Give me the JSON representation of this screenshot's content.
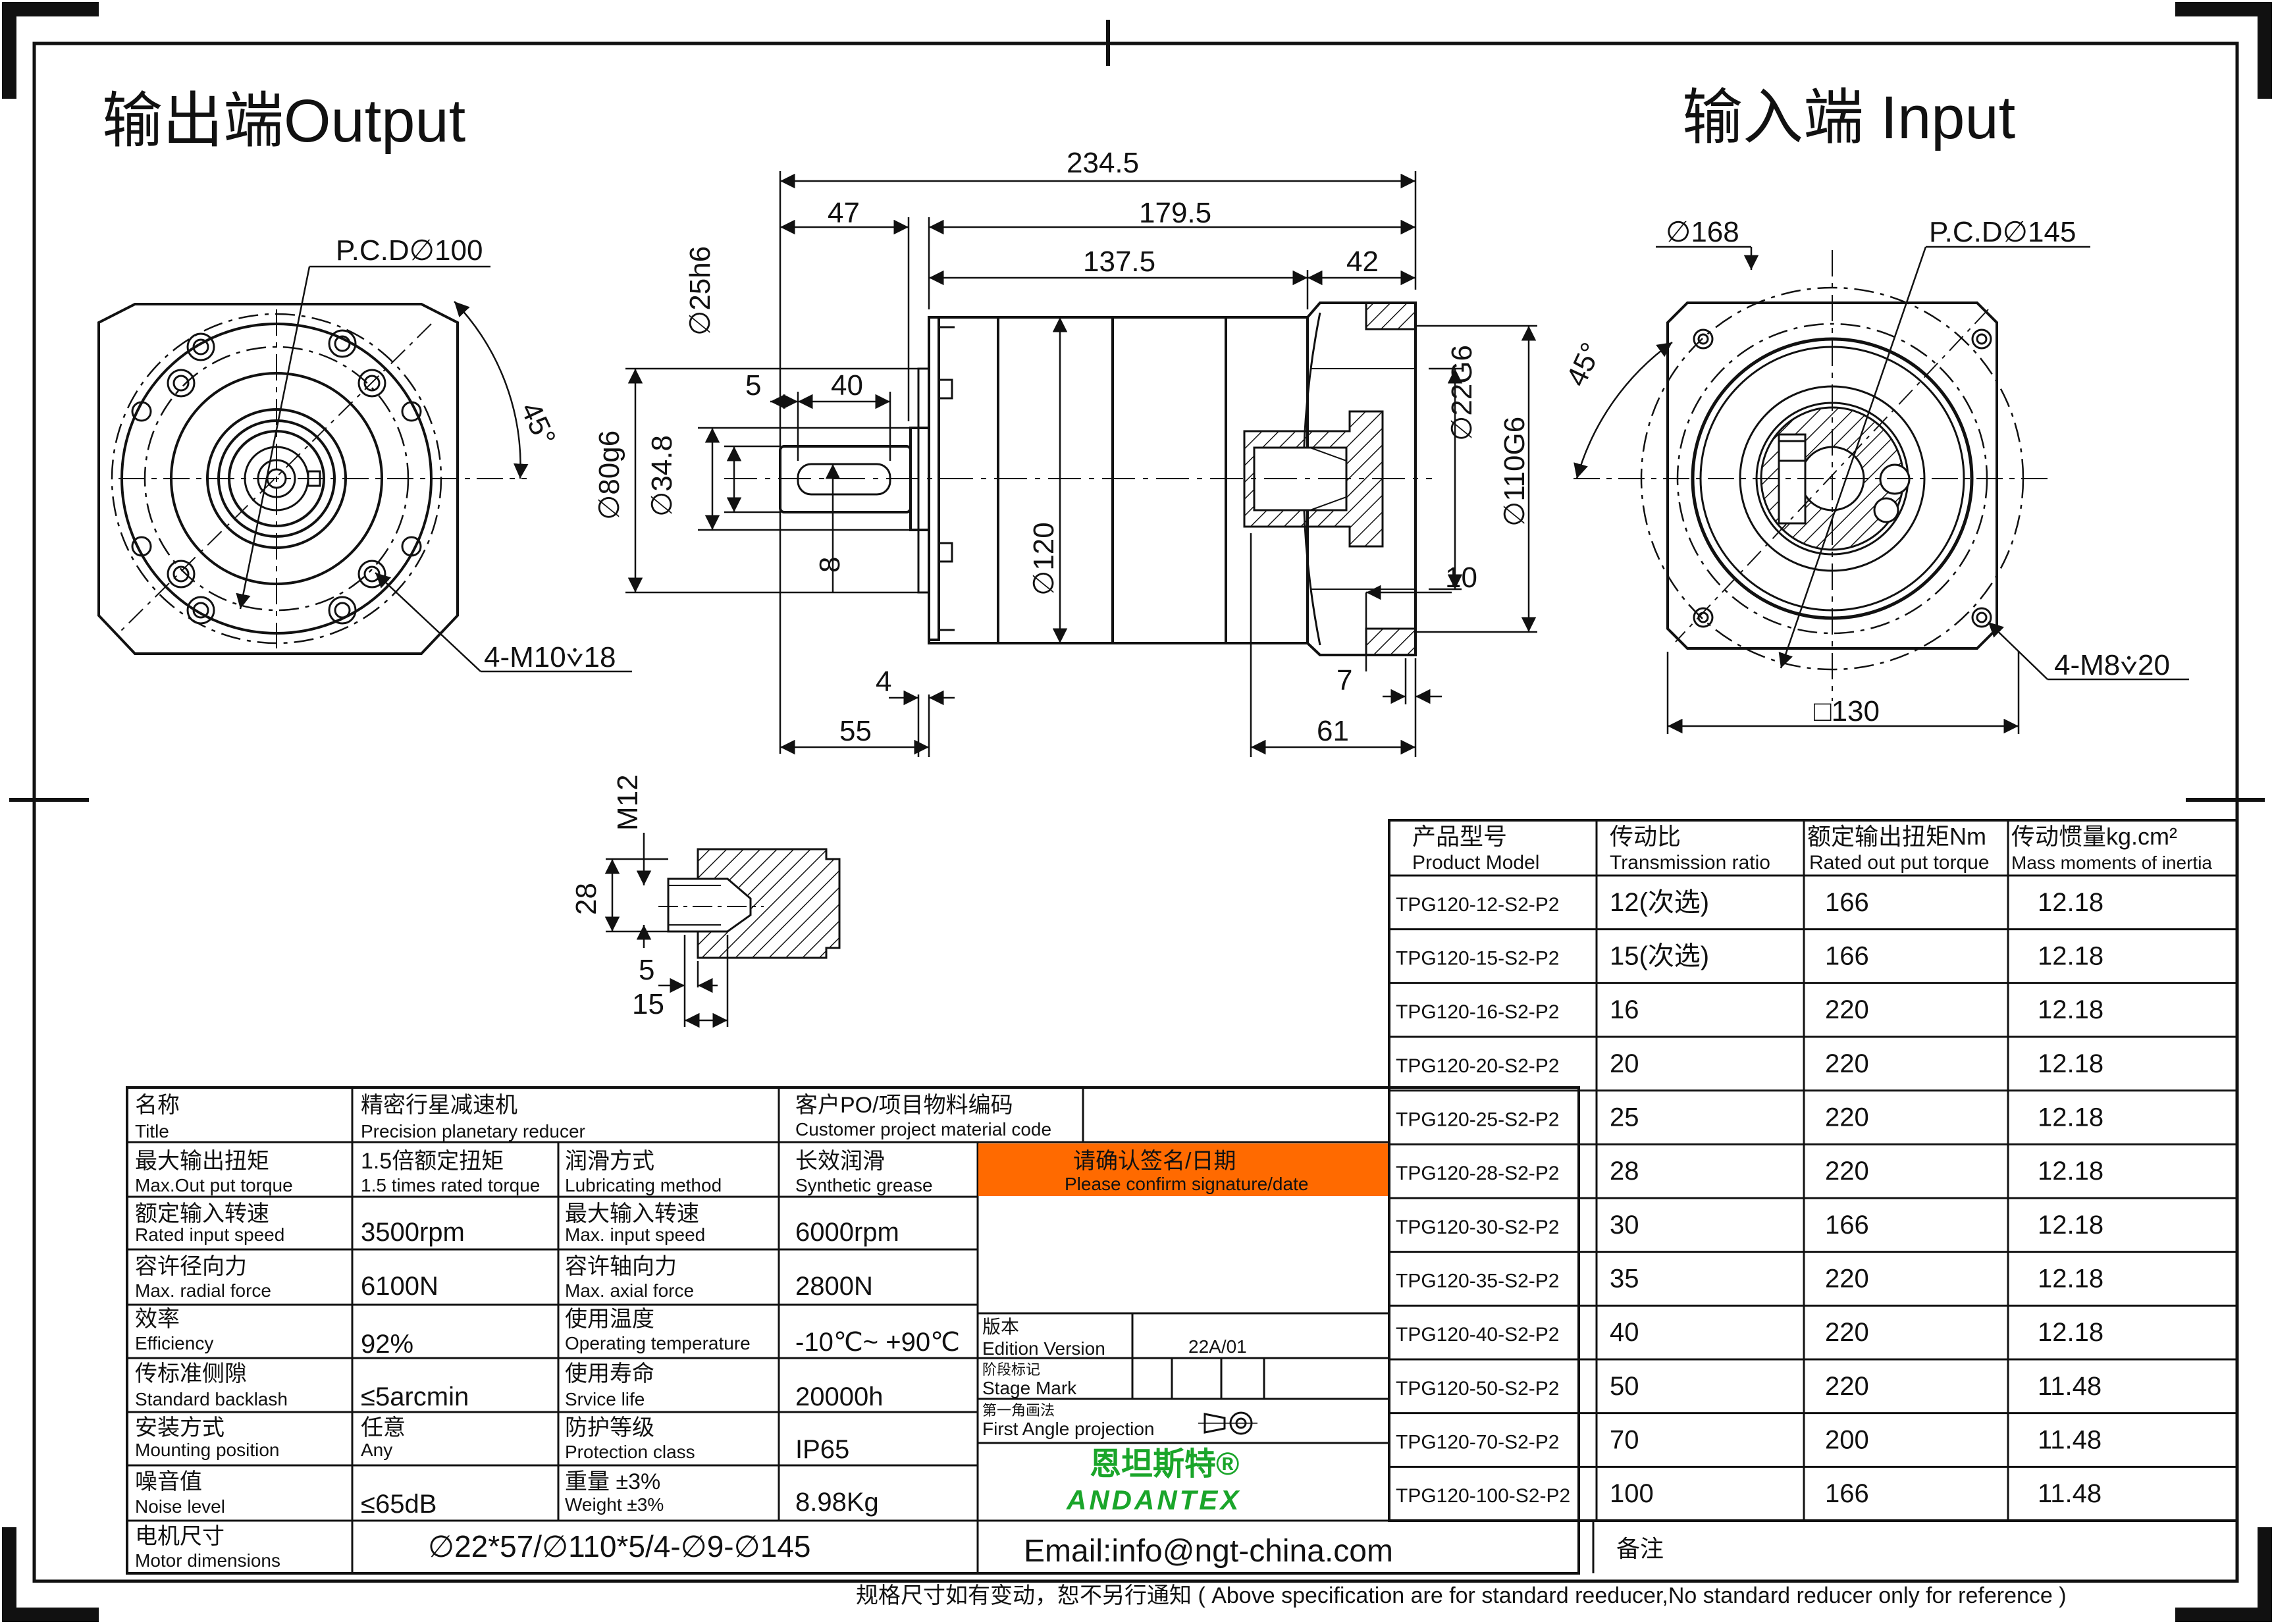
{
  "headings": {
    "output": "输出端Output",
    "input": "输入端 Input"
  },
  "dimensions": {
    "output_pcd": "P.C.D∅100",
    "output_angle": "45°",
    "output_holes": "4-M10⩒18",
    "total_length": "234.5",
    "d47": "47",
    "d179": "179.5",
    "d137": "137.5",
    "d42": "42",
    "shaft_dia": "∅25h6",
    "d5": "5",
    "d40": "40",
    "pilot_dia": "∅80g6",
    "d34": "∅34.8",
    "key_width": "8",
    "body_dia": "∅120",
    "input_bore": "∅22G6",
    "input_pilot": "∅110G6",
    "d10": "10",
    "d4": "4",
    "d7": "7",
    "d55": "55",
    "d61": "61",
    "input_od": "∅168",
    "input_pcd": "P.C.D∅145",
    "input_angle": "45°",
    "input_holes": "4-M8⩒20",
    "input_square": "□130",
    "tap_thread": "M12",
    "tap_28": "28",
    "tap_5": "5",
    "tap_15": "15"
  },
  "spec": {
    "title_zh": "名称",
    "title_en": "Title",
    "title_val_zh": "精密行星减速机",
    "title_val_en": "Precision planetary reducer",
    "cust_zh": "客户PO/项目物料编码",
    "cust_en": "Customer project material code",
    "torque_zh": "最大输出扭矩",
    "torque_en": "Max.Out put torque",
    "torque_val_zh": "1.5倍额定扭矩",
    "torque_val_en": "1.5 times rated torque",
    "lub_zh": "润滑方式",
    "lub_en": "Lubricating method",
    "lub_val_zh": "长效润滑",
    "lub_val_en": "Synthetic grease",
    "confirm_zh": "请确认签名/日期",
    "confirm_en": "Please confirm signature/date",
    "rin_zh": "额定输入转速",
    "rin_en": "Rated input speed",
    "rin_val": "3500rpm",
    "min_zh": "最大输入转速",
    "min_en": "Max. input speed",
    "min_val": "6000rpm",
    "rad_zh": "容许径向力",
    "rad_en": "Max. radial force",
    "rad_val": "6100N",
    "ax_zh": "容许轴向力",
    "ax_en": "Max. axial force",
    "ax_val": "2800N",
    "eff_zh": "效率",
    "eff_en": "Efficiency",
    "eff_val": "92%",
    "temp_zh": "使用温度",
    "temp_en": "Operating temperature",
    "temp_val": "-10℃~ +90℃",
    "back_zh": "传标准侧隙",
    "back_en": "Standard backlash",
    "back_val": "≤5arcmin",
    "life_zh": "使用寿命",
    "life_en": "Srvice life",
    "life_val": "20000h",
    "mount_zh": "安装方式",
    "mount_en": "Mounting position",
    "mount_val_zh": "任意",
    "mount_val_en": "Any",
    "prot_zh": "防护等级",
    "prot_en": "Protection class",
    "prot_val": "IP65",
    "noise_zh": "噪音值",
    "noise_en": "Noise level",
    "noise_val": "≤65dB",
    "wt_zh": "重量 ±3%",
    "wt_en": "Weight ±3%",
    "wt_val": "8.98Kg",
    "motor_zh": "电机尺寸",
    "motor_en": "Motor dimensions",
    "motor_val": "∅22*57/∅110*5/4-∅9-∅145",
    "ed_zh": "版本",
    "ed_en": "Edition Version",
    "ed_val": "22A/01",
    "stage_zh": "阶段标记",
    "stage_en": "Stage Mark",
    "proj_zh": "第一角画法",
    "proj_en": "First Angle projection",
    "brand_zh": "恩坦斯特®",
    "brand_en": "ANDANTEX",
    "email": "Email:info@ngt-china.com",
    "remark": "备注",
    "footer": "规格尺寸如有变动，恕不另行通知 ( Above specification are for standard reeducer,No standard reducer only for reference )"
  },
  "ratio_table": {
    "headers": [
      {
        "zh": "产品型号",
        "en": "Product Model"
      },
      {
        "zh": "传动比",
        "en": "Transmission ratio"
      },
      {
        "zh": "额定输出扭矩Nm",
        "en": "Rated out put torque"
      },
      {
        "zh": "传动惯量kg.cm²",
        "en": "Mass moments of inertia"
      }
    ],
    "rows": [
      [
        "TPG120-12-S2-P2",
        "12(次选)",
        "166",
        "12.18"
      ],
      [
        "TPG120-15-S2-P2",
        "15(次选)",
        "166",
        "12.18"
      ],
      [
        "TPG120-16-S2-P2",
        "16",
        "220",
        "12.18"
      ],
      [
        "TPG120-20-S2-P2",
        "20",
        "220",
        "12.18"
      ],
      [
        "TPG120-25-S2-P2",
        "25",
        "220",
        "12.18"
      ],
      [
        "TPG120-28-S2-P2",
        "28",
        "220",
        "12.18"
      ],
      [
        "TPG120-30-S2-P2",
        "30",
        "166",
        "12.18"
      ],
      [
        "TPG120-35-S2-P2",
        "35",
        "220",
        "12.18"
      ],
      [
        "TPG120-40-S2-P2",
        "40",
        "220",
        "12.18"
      ],
      [
        "TPG120-50-S2-P2",
        "50",
        "220",
        "11.48"
      ],
      [
        "TPG120-70-S2-P2",
        "70",
        "200",
        "11.48"
      ],
      [
        "TPG120-100-S2-P2",
        "100",
        "166",
        "11.48"
      ]
    ]
  },
  "colors": {
    "line": "#111111",
    "confirm_bg": "#ff6a00",
    "brand_green": "#1aa52a"
  }
}
